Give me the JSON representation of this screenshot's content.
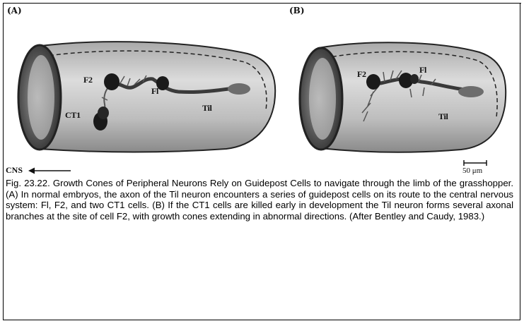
{
  "figure": {
    "panel_a": {
      "label": "(A)",
      "structures": {
        "f2": "F2",
        "f1": "Fl",
        "ct1": "CT1",
        "ti1": "Til"
      }
    },
    "panel_b": {
      "label": "(B)",
      "structures": {
        "f2": "F2",
        "f1": "Fl",
        "ti1": "Til"
      }
    },
    "cns_label": "CNS",
    "scale_bar_label": "50 μm"
  },
  "caption": "Fig. 23.22. Growth Cones of Peripheral Neurons Rely on Guidepost Cells to navigate through the limb of the grasshopper. (A) In normal embryos, the axon of the Til neuron encounters a series of guidepost cells on its route to the central nervous system: Fl, F2, and two CT1 cells. (B) If the CT1 cells are killed early in development the Til neuron forms several axonal branches at the site of cell F2, with growth cones extending in abnormal directions. (After Bentley and Caudy, 1983.)"
}
